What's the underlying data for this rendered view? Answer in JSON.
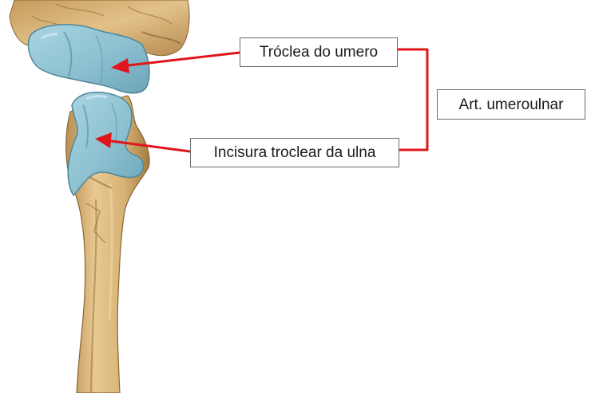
{
  "labels": {
    "trochlea": "Tróclea do umero",
    "trochlear_notch": "Incisura troclear da ulna",
    "joint": "Art. umeroulnar"
  },
  "colors": {
    "cartilage": "#8fc3d2",
    "cartilage_dark": "#6aa5b8",
    "bone": "#d9b77f",
    "bone_dark": "#a8824a",
    "bone_shadow": "#7d5a2c",
    "pointer": "#e0161c",
    "label_border": "#6b6b6b"
  },
  "icons": {
    "pointer_arrow": "arrowhead",
    "bracket": "bracket"
  }
}
